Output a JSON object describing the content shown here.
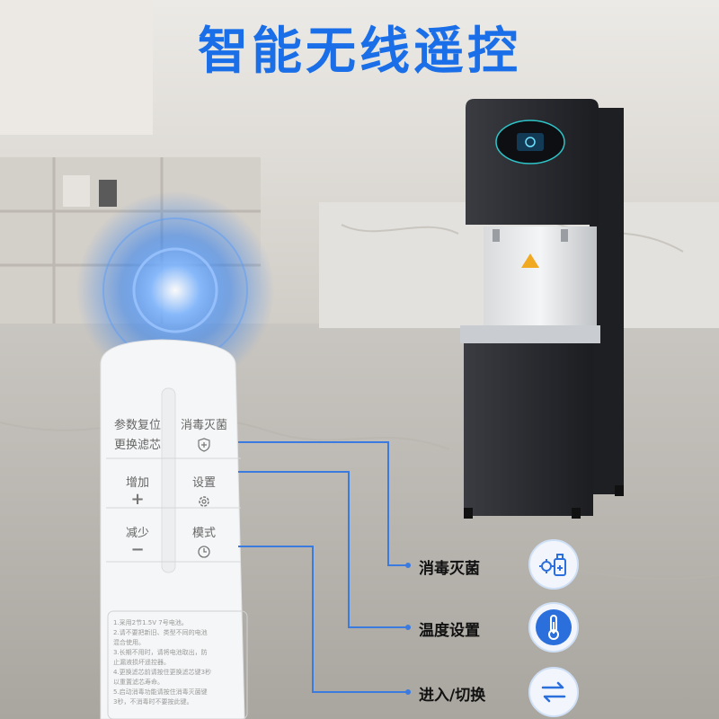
{
  "title": "智能无线遥控",
  "remote": {
    "reset_top": "参数复位",
    "reset_bottom": "更换滤芯",
    "disinfect": "消毒灭菌",
    "increase": "增加",
    "increase_symbol": "+",
    "settings": "设置",
    "decrease": "减少",
    "decrease_symbol": "−",
    "mode": "模式",
    "notes": [
      "1.采用2节1.5V 7号电池。",
      "2.请不要把新旧、类型不同的电池",
      "  混合使用。",
      "3.长期不用时，请将电池取出，防",
      "  止漏液损坏遥控器。",
      "4.更换滤芯前请按住更换滤芯键3秒",
      "  以重置滤芯寿命。",
      "5.启动消毒功能请按住消毒灭菌键",
      "  3秒，不消毒时不要按此键。"
    ]
  },
  "features": [
    {
      "label": "消毒灭菌",
      "icon": "disinfect-icon"
    },
    {
      "label": "温度设置",
      "icon": "thermometer-icon"
    },
    {
      "label": "进入/切换",
      "icon": "switch-arrows-icon"
    }
  ],
  "colors": {
    "accent": "#1a6fe8",
    "line": "#3b7be0",
    "dispenser": "#2b2d31"
  }
}
